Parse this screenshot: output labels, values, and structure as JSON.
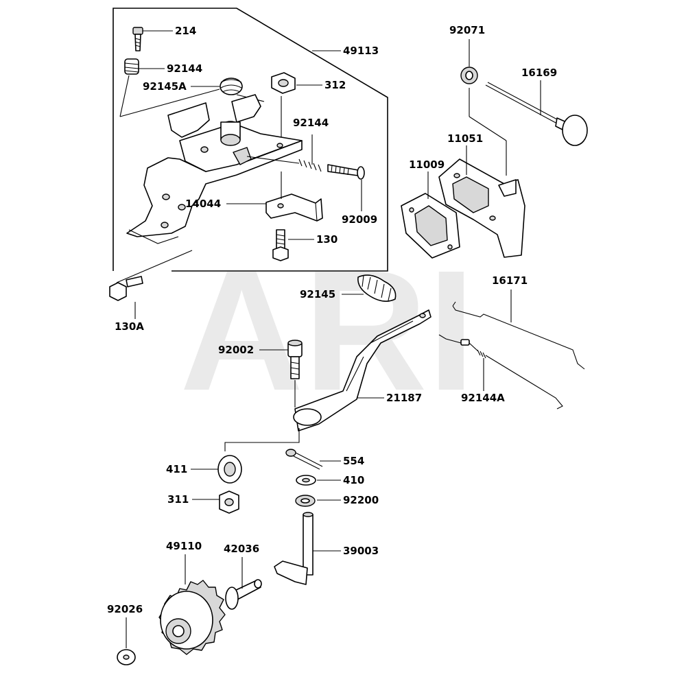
{
  "watermark": "ARI",
  "parts": {
    "p214": "214",
    "p92144_a": "92144",
    "p92145A": "92145A",
    "p49113": "49113",
    "p312": "312",
    "p92144_b": "92144",
    "p14044": "14044",
    "p92009": "92009",
    "p130": "130",
    "p130A": "130A",
    "p92071": "92071",
    "p16169": "16169",
    "p11051": "11051",
    "p11009": "11009",
    "p92145": "92145",
    "p16171": "16171",
    "p92002": "92002",
    "p21187": "21187",
    "p92144A": "92144A",
    "p411": "411",
    "p554": "554",
    "p410": "410",
    "p311": "311",
    "p92200": "92200",
    "p49110": "49110",
    "p42036": "42036",
    "p39003": "39003",
    "p92026": "92026"
  }
}
